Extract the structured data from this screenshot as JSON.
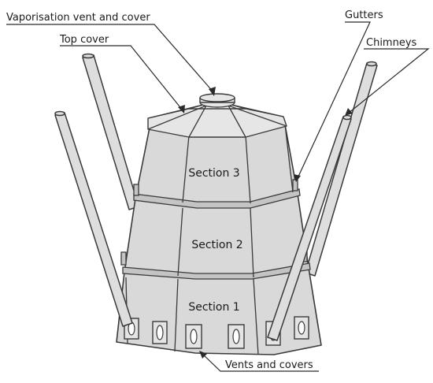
{
  "labels": {
    "vaporisation_vent": "Vaporisation vent and cover",
    "top_cover": "Top cover",
    "gutters": "Gutters",
    "chimneys": "Chimneys",
    "vents_covers": "Vents and covers"
  },
  "sections": {
    "section_3": "Section 3",
    "section_2": "Section 2",
    "section_1": "Section 1"
  }
}
